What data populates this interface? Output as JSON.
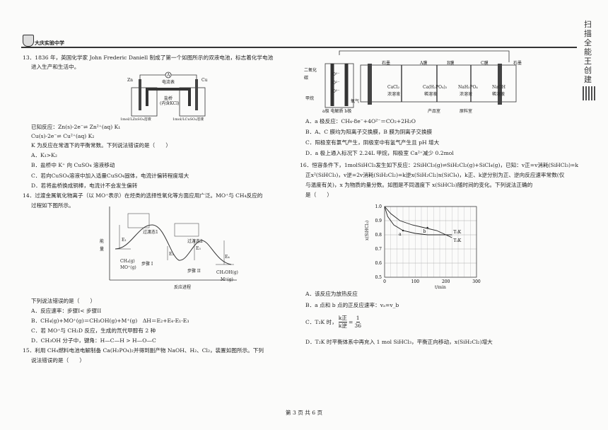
{
  "header": {
    "school": "大庆实验中学"
  },
  "watermark": {
    "text": "扫描全能王 创建"
  },
  "footer": {
    "page": "第 3 页 共 6 页"
  },
  "q13": {
    "stem1": "13．1836 年，英国化学家 John Frederic Daniell 制成了第一个如图所示的双液电池，标志着化学电池",
    "stem2": "进入生产和生活中。",
    "fig": {
      "ammeter": "A",
      "salt_bridge": "盐桥",
      "salt_bridge_note": "(内含KCl)",
      "left_electrode": "Zn",
      "right_electrode": "Cu",
      "left_solution": "1mol/LZnSO₄溶液",
      "right_solution": "1mol/LCuSO₄溶液",
      "wire_label": "电流表"
    },
    "known1": "已知反应：Zn(s)-2e⁻⇌ Zn²⁺(aq) K₁",
    "known2": "Cu(s)-2e⁻⇌ Cu²⁺(aq) K₂",
    "known3": "K 为反应在常温下的平衡常数。下列说法错误的是（　　）",
    "A": "A．K₁>K₂",
    "B": "B．盐桥中 K⁺ 向 CuSO₄ 溶液移动",
    "C": "C．若向CuSO₄溶液中加入适量CuSO₄固体，电流计偏转程度增大",
    "D": "D．若将盐桥换成铜棒，电流计不会发生偏转"
  },
  "q14": {
    "stem1": "14．过渡金属氧化物离子（以 MO⁺表示）在烃类的选择性氧化等方面应用广泛。MO⁺与 CH₄反应的",
    "stem2": "过程如下图所示。",
    "fig": {
      "ylabel": "能量",
      "xlabel": "反应进程",
      "ts1": "过渡态1",
      "ts2": "过渡态2",
      "step1": "步骤 I",
      "step2": "步骤 II",
      "reactant1": "CH₄(g)",
      "reactant2": "MO⁺(g)",
      "product1": "CH₃OH(g)",
      "product2": "M⁺(g)",
      "e1": "E₁",
      "e2": "E₂",
      "e3": "E₃",
      "e4": "E₄"
    },
    "prompt": "下列说法错误的是（　　）",
    "A": "A．反应速率：步骤I< 步骤II",
    "B": "B．CH₄(g)+MO⁺(g)＝CH₃OH(g)+M⁺(g)　ΔH＝E₂+E₄-E₁-E₃",
    "C": "C．若 MO⁺与 CH₂D 反应，生成的氘代甲醇有 2 种",
    "D": "D．CH₃OH 分子中，键角：H—C—H > H—O—C"
  },
  "q15": {
    "stem1": "15．利用 CH₄燃料电池电解制备 Ca(H₂PO₄)₂并得到副产物 NaOH、H₂、Cl₂，装置如图所示。下列",
    "stem2": "说法错误的是（　　）",
    "fig": {
      "co2": "二氧化碳",
      "methane": "甲烷",
      "oxygen": "氧气",
      "o2m_1": "O²⁻",
      "o2m_2": "O²⁻",
      "o2m_3": "O²⁻",
      "electrolyte": "a极 电解质 b极",
      "graphite_left": "石墨",
      "graphite_right": "石墨",
      "membrane_a": "A膜",
      "membrane_b": "B膜",
      "membrane_c": "C膜",
      "cell1": "CaCl₂",
      "cell1b": "浓溶液",
      "cell2": "Ca(H₂PO₄)₂",
      "cell2b": "稀溶液",
      "cell3": "NaH₂PO₄",
      "cell3b": "浓溶液",
      "cell4": "NaOH",
      "cell4b": "稀溶液",
      "room1": "产品室",
      "room2": "原料室"
    },
    "A": "A．a 极反应：CH₄-8e⁻+4O²⁻＝CO₂+2H₂O",
    "B": "B．A、C 膜均为阳离子交换膜，B 膜为阴离子交换膜",
    "C": "C．阳极室有氯气产生，阴极室中有氢气产生且 pH 增大",
    "D": "D．a 极上通入标况下 2.24L 甲烷，阳极室 Ca²⁺减少 0.2mol"
  },
  "q16": {
    "stem1": "16．恒容条件下，1molSiHCl₃发生如下反应：2SiHCl₃(g)⇌SiH₂Cl₂(g)+SiCl₄(g)，已知：v正=v消耗(SiHCl₃)=k",
    "stem2": "正x²(SiHCl₃)，v逆=2v消耗(SiH₂Cl₂)=k逆x(SiH₂Cl₂)x(SiCl₄)，k正、k逆分别为正、逆向反应速率常数(仅",
    "stem3": "与温度有关)，x 为物质的量分数。如图是不同温度下 x(SiHCl₃)随时间的变化。下列说法正确的",
    "stem4": "是（　　）",
    "A": "A．该反应为放热反应",
    "B": "B．a 点和 b 点的正反应速率：vₐ=v_b",
    "C_prefix": "C．T₂K 时，",
    "C_frac_num": "k正",
    "C_frac_den": "k逆",
    "C_eq": "=",
    "C_value_num": "1",
    "C_value_den": "36",
    "D": "D．T₂K 时平衡体系中再充入 1 mol SiHCl₃，平衡正向移动，x(SiH₂Cl₂)增大"
  },
  "chart_data": {
    "type": "line",
    "ylabel": "x(SiHCl₃)",
    "xlabel": "t/min",
    "xlim": [
      0,
      300
    ],
    "ylim": [
      0.5,
      1.0
    ],
    "xticks": [
      "0",
      "100",
      "200",
      "300"
    ],
    "yticks": [
      "0.5",
      "0.6",
      "0.7",
      "0.8",
      "0.9",
      "1.0"
    ],
    "grid": true,
    "series": [
      {
        "name": "T₁K",
        "points": [
          [
            0,
            1.0
          ],
          [
            10,
            0.93
          ],
          [
            30,
            0.87
          ],
          [
            60,
            0.83
          ],
          [
            100,
            0.81
          ],
          [
            140,
            0.8
          ],
          [
            170,
            0.8
          ],
          [
            200,
            0.8
          ],
          [
            220,
            0.8
          ]
        ]
      },
      {
        "name": "T₂K",
        "points": [
          [
            0,
            1.0
          ],
          [
            20,
            0.95
          ],
          [
            50,
            0.9
          ],
          [
            90,
            0.87
          ],
          [
            130,
            0.85
          ],
          [
            170,
            0.83
          ],
          [
            200,
            0.8
          ],
          [
            220,
            0.78
          ]
        ]
      }
    ],
    "points": [
      {
        "label": "a",
        "x": 60,
        "y": 0.83
      },
      {
        "label": "b",
        "x": 140,
        "y": 0.85
      }
    ]
  }
}
